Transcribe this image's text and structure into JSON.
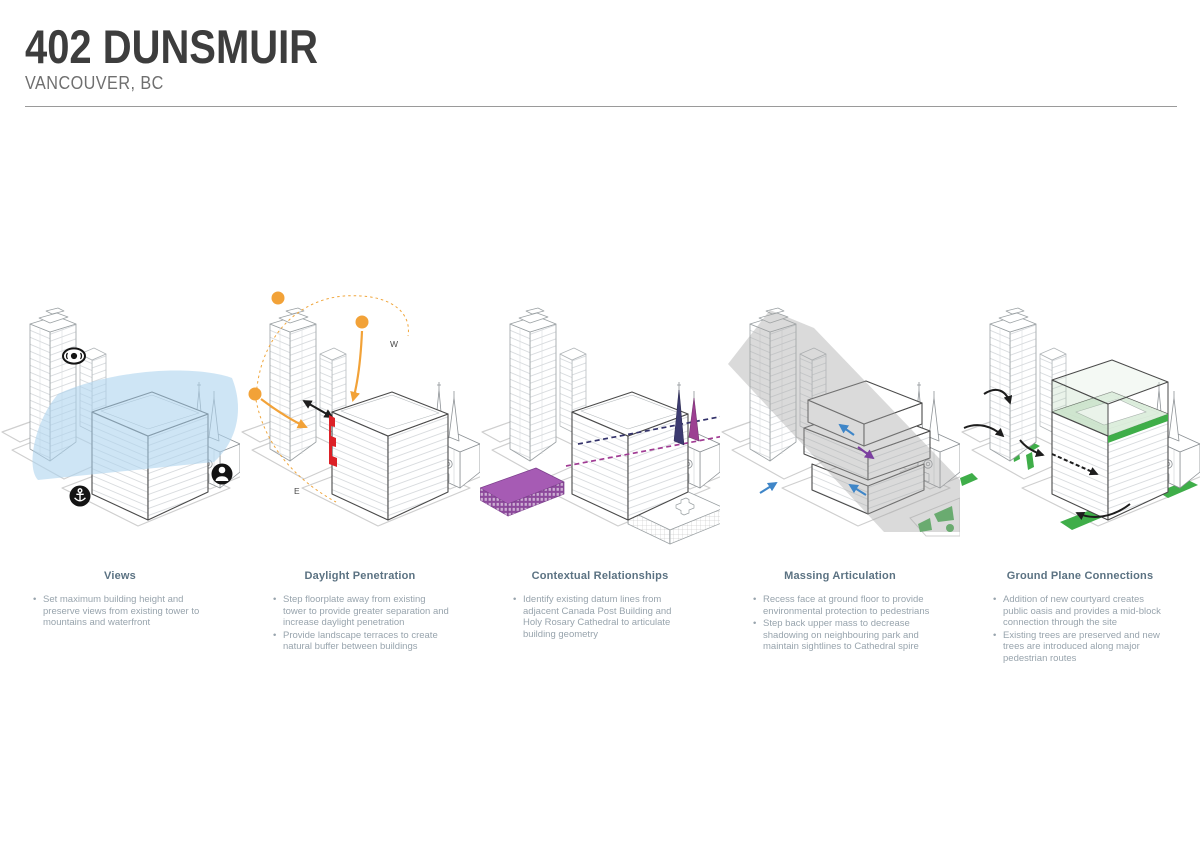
{
  "header": {
    "title": "402 DUNSMUIR",
    "subtitle": "VANCOUVER, BC"
  },
  "colors": {
    "view_fan_blue": "#aed3ee",
    "sun_orange": "#f2a238",
    "daylight_red": "#dc2127",
    "context_purple": "#a65bb4",
    "datum_navy": "#34336b",
    "datum_magenta": "#a03b93",
    "shadow_gray": "#a8a8a8",
    "massing_arrow_blue": "#3f86c8",
    "massing_arrow_purple": "#7b3fa0",
    "landscape_green": "#3fae49",
    "terrace_light_green": "#d9ecd9",
    "heading_text": "#5b7282",
    "body_text": "#98a4ad",
    "title_text": "#3d3d3d"
  },
  "diagrams": [
    {
      "heading": "Views",
      "bullets": [
        "Set maximum building height and preserve views from existing tower to mountains and waterfront"
      ],
      "icons": [
        "view-eye-icon",
        "anchor-icon",
        "pedestrian-icon"
      ]
    },
    {
      "heading": "Daylight Penetration",
      "bullets": [
        "Step floorplate away from existing tower to provide greater separation and increase daylight penetration",
        "Provide landscape terraces to create natural buffer between buildings"
      ],
      "labels": {
        "west": "W",
        "east": "E"
      }
    },
    {
      "heading": "Contextual Relationships",
      "bullets": [
        "Identify existing datum lines from adjacent Canada Post Building and Holy Rosary Cathedral to articulate building geometry"
      ]
    },
    {
      "heading": "Massing Articulation",
      "bullets": [
        "Recess face at ground floor to provide environmental protection to pedestrians",
        "Step back upper mass to decrease shadowing on neighbouring park and maintain sightlines to Cathedral spire"
      ]
    },
    {
      "heading": "Ground Plane Connections",
      "bullets": [
        "Addition of new courtyard creates public oasis and provides a mid-block connection through the site",
        "Existing trees are preserved and new trees are introduced along major pedestrian routes"
      ]
    }
  ]
}
